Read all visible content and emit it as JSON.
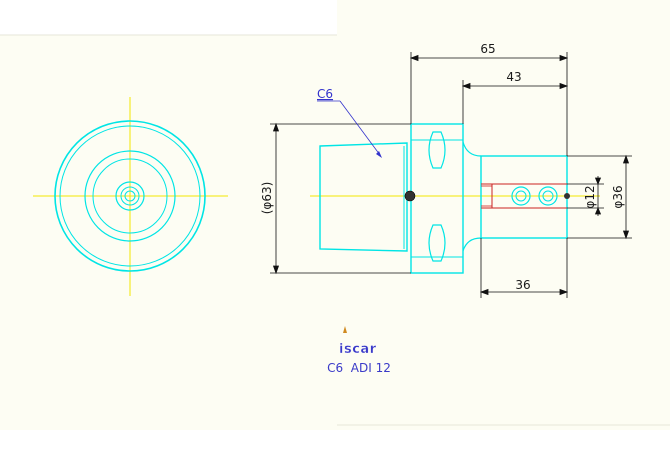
{
  "drawing": {
    "callout": "C6",
    "dimensions": {
      "overall_length": "65",
      "shank_length": "43",
      "bore_depth": "36",
      "body_diameter": "(φ63)",
      "shank_diameter": "φ36",
      "bore_diameter": "φ12"
    },
    "logo_text": "iscar",
    "part_designation": "C6  ADI 12",
    "colors": {
      "outline": "#00e5e5",
      "centerline": "#f2e600",
      "dimension": "#111111",
      "callout": "#3333cc",
      "bore_section": "#cc2222",
      "background_panel": "#fdfdf3"
    }
  }
}
